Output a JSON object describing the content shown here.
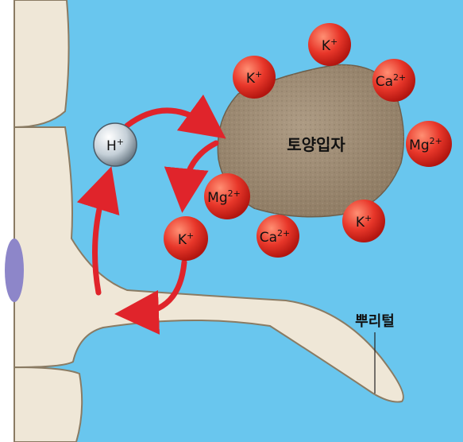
{
  "diagram": {
    "soil_particle_label": "토양입자",
    "root_hair_label": "뿌리털",
    "ions": [
      {
        "id": "h",
        "base": "H",
        "charge": "+",
        "kind": "hydrogen"
      },
      {
        "id": "k1",
        "base": "K",
        "charge": "+",
        "kind": "cation"
      },
      {
        "id": "k2",
        "base": "K",
        "charge": "+",
        "kind": "cation"
      },
      {
        "id": "ca1",
        "base": "Ca",
        "charge": "2+",
        "kind": "cation"
      },
      {
        "id": "mg1",
        "base": "Mg",
        "charge": "2+",
        "kind": "cation"
      },
      {
        "id": "k3",
        "base": "K",
        "charge": "+",
        "kind": "cation"
      },
      {
        "id": "ca2",
        "base": "Ca",
        "charge": "2+",
        "kind": "cation"
      },
      {
        "id": "mg2",
        "base": "Mg",
        "charge": "2+",
        "kind": "cation"
      },
      {
        "id": "k4",
        "base": "K",
        "charge": "+",
        "kind": "cation"
      }
    ]
  },
  "colors": {
    "water": "#69c6ee",
    "root_cell": "#efe7d7",
    "root_edge": "#8a7b63",
    "soil_particle": "#9e8b74",
    "ion_red": "#e8372a",
    "ion_h": "#c9d4dc",
    "arrow": "#e0242b",
    "nucleus": "#8d86c9"
  }
}
